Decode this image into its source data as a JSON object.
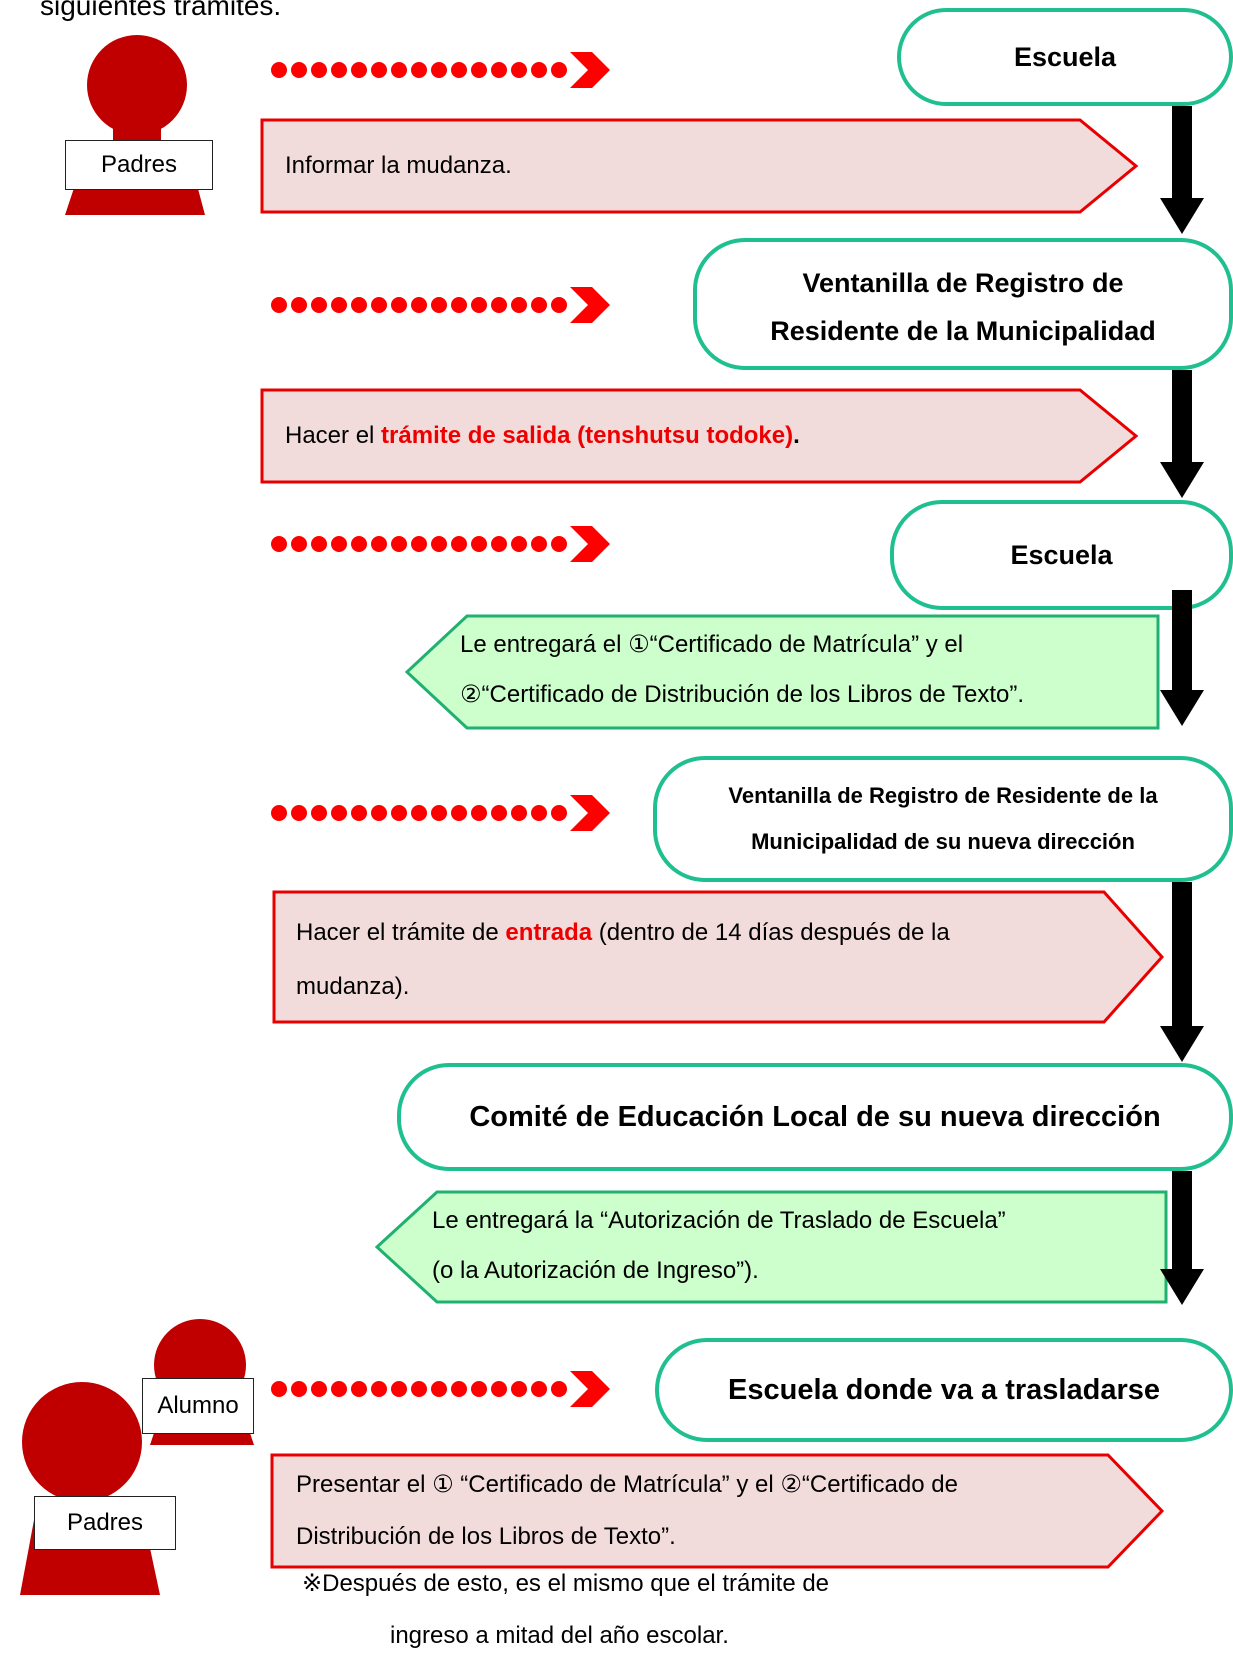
{
  "heading_partial": "siguientes trámites.",
  "people": {
    "parent_label": "Padres",
    "student_label": "Alumno",
    "color": "#c00000"
  },
  "steps": {
    "school_1": "Escuela",
    "inform_move": "Informar la mudanza.",
    "registry_1_line1": "Ventanilla de Registro de",
    "registry_1_line2": "Residente de la Municipalidad",
    "exit_prefix": "Hacer el ",
    "exit_highlight": "trámite de salida (tenshutsu todoke)",
    "exit_suffix": ".",
    "school_2": "Escuela",
    "school_gives_line1": "Le entregará el ①“Certificado de Matrícula” y el",
    "school_gives_line2": "②“Certificado de Distribución de los Libros de Texto”.",
    "registry_2_line1": "Ventanilla de Registro de Residente de la",
    "registry_2_line2": "Municipalidad de su nueva dirección",
    "entry_prefix": "Hacer el trámite de ",
    "entry_highlight": "entrada",
    "entry_suffix": " (dentro de 14 días después de la",
    "entry_line2": "mudanza).",
    "committee": "Comité de Educación Local de su nueva dirección",
    "committee_gives_line1": "Le entregará la “Autorización de Traslado de Escuela”",
    "committee_gives_line2": " (o la Autorización de Ingreso”).",
    "new_school": "Escuela donde va a trasladarse",
    "present_line1": "Presentar el ① “Certificado de Matrícula” y el ②“Certificado de",
    "present_line2": "Distribución de los Libros de Texto”.",
    "note_line1": "※Después de esto, es el mismo que el trámite de",
    "note_line2": "ingreso a mitad del año escolar."
  },
  "colors": {
    "dest_border": "#1fbf8f",
    "action_fill": "#f2dcdb",
    "action_border": "#e80000",
    "info_fill": "#ccffcc",
    "info_border": "#20b070",
    "dots": "#ff0000",
    "highlight": "#ee0000"
  }
}
